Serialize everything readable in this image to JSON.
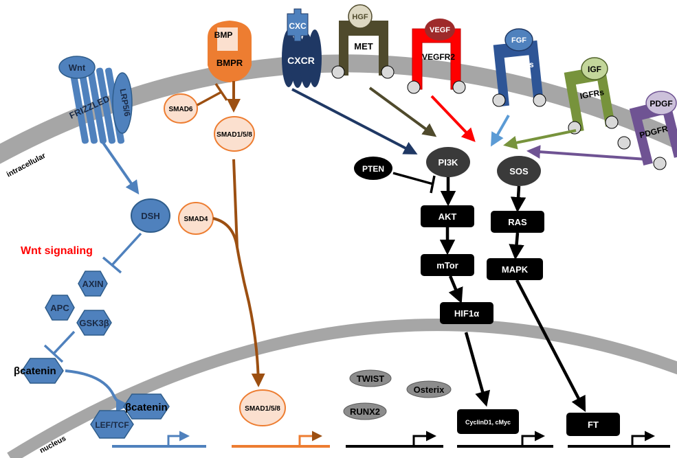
{
  "colors": {
    "membrane": "#a6a6a6",
    "wnt": "#4f81bd",
    "wnt_dark": "#2e5c8a",
    "bmp": "#ed7d31",
    "bmp_light": "#fbe0cf",
    "brown": "#9c4f11",
    "cxcr": "#1f3864",
    "met": "#4f4a2c",
    "vegfr": "#ff0000",
    "fgfr": "#2e5596",
    "igfr": "#77933c",
    "pdgfr": "#6f5393",
    "node_black": "#000000",
    "node_gray": "#3a3a3a",
    "tf_gray": "#8c8c8c",
    "red_text": "#ff0000"
  },
  "regions": {
    "intracellular": "intracellular",
    "nucleus": "nucleus"
  },
  "wnt": {
    "ligand": "Wnt",
    "receptor": "FRIZZLED",
    "coreceptor": "LRP5/6",
    "dsh": "DSH",
    "title": "Wnt signaling",
    "axin": "AXIN",
    "apc": "APC",
    "gsk": "GSK3β",
    "bcat": "βcatenin",
    "bcat_nuclear": "βcatenin",
    "leftcf": "LEF/TCF"
  },
  "bmp": {
    "ligand": "BMP",
    "receptor": "BMPR",
    "smad6": "SMAD6",
    "smad158": "SMAD1/5/8",
    "smad4": "SMAD4",
    "smad158_nuclear": "SMAD1/5/8"
  },
  "receptors": {
    "cxc": "CXC",
    "cxcr": "CXCR",
    "hgf": "HGF",
    "met": "MET",
    "vegf": "VEGF",
    "vegfr2": "VEGFR2",
    "fgf": "FGF",
    "fgfrs": "FGFRs",
    "igf": "IGF",
    "igfrs": "IGFRs",
    "pdgf": "PDGF",
    "pdgfr": "PDGFR"
  },
  "pathway": {
    "pten": "PTEN",
    "pi3k": "PI3K",
    "akt": "AKT",
    "mtor": "mTor",
    "hif": "HIF1α",
    "sos": "SOS",
    "ras": "RAS",
    "mapk": "MAPK"
  },
  "nuclear": {
    "twist": "TWIST",
    "osterix": "Osterix",
    "runx2": "RUNX2",
    "cyclin": "CyclinD1, cMyc",
    "ft": "FT"
  }
}
